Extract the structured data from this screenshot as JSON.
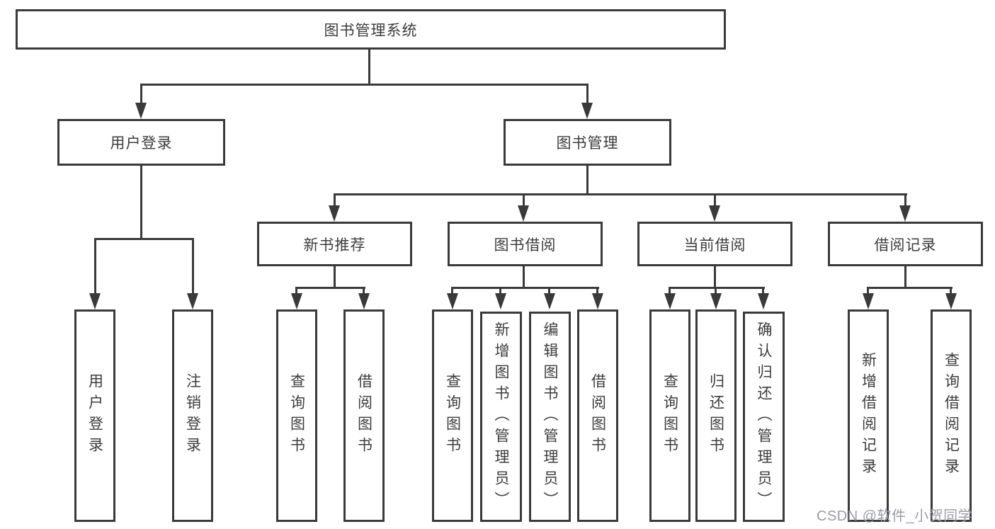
{
  "nodes": {
    "root": "图书管理系统",
    "user_login": "用户登录",
    "book_mgmt": "图书管理",
    "new_book_rec": "新书推荐",
    "book_borrow": "图书借阅",
    "current_borrow": "当前借阅",
    "borrow_record": "借阅记录",
    "leaf_user_login": "用户登录",
    "leaf_logout": "注销登录",
    "leaf_query_book_rec": "查询图书",
    "leaf_borrow_book_rec": "借阅图书",
    "leaf_query_book_borrow": "查询图书",
    "leaf_add_book_admin": "新增图书（管理员）",
    "leaf_edit_book_admin": "编辑图书（管理员）",
    "leaf_borrow_book_borrow": "借阅图书",
    "leaf_query_book_current": "查询图书",
    "leaf_return_book": "归还图书",
    "leaf_confirm_return_admin": "确认归还（管理员）",
    "leaf_add_borrow_record": "新增借阅记录",
    "leaf_query_borrow_record": "查询借阅记录"
  },
  "watermark": "CSDN @软件_小贺同学",
  "colors": {
    "line": "#3a3a3a",
    "text": "#3c3c3c",
    "background": "#ffffff",
    "watermark": "#9a9da5"
  }
}
